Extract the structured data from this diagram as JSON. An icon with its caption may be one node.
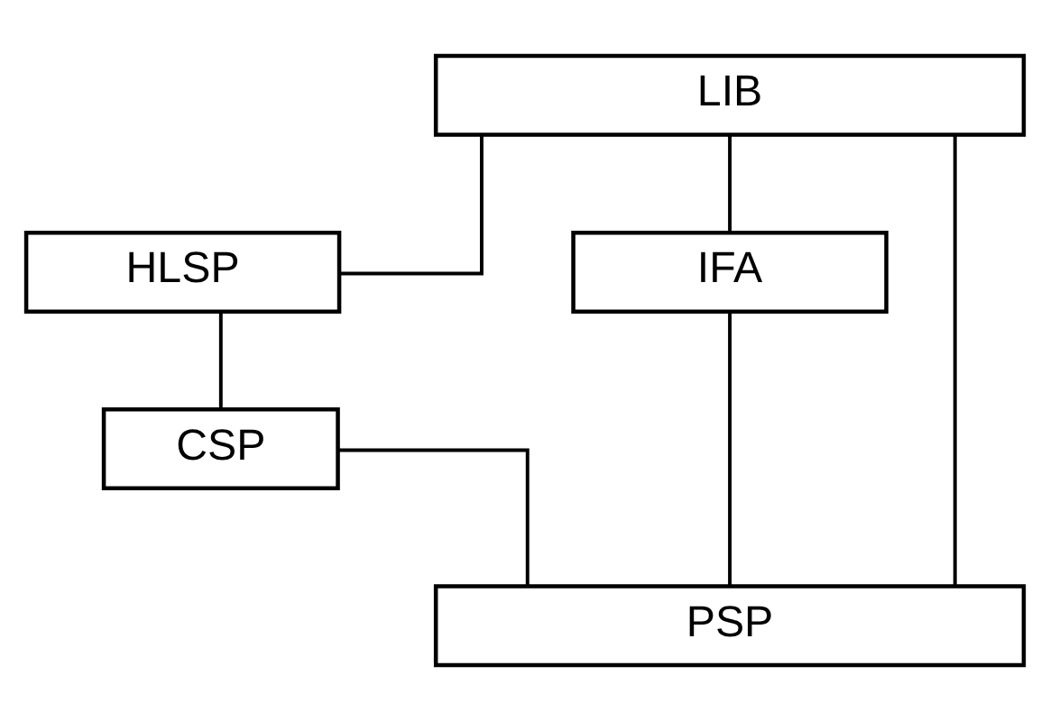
{
  "diagram": {
    "nodes": [
      {
        "text": [
          "LIB"
        ]
      },
      {
        "text": [
          "HLSP"
        ]
      },
      {
        "text": [
          "IFA"
        ]
      },
      {
        "text": [
          "CSP"
        ]
      },
      {
        "text": [
          "PSP"
        ]
      }
    ],
    "edges": [
      {
        "from": 0,
        "to": 1,
        "arrow": "none"
      },
      {
        "from": 0,
        "to": 4,
        "arrow": "none"
      },
      {
        "from": 0,
        "to": 2,
        "arrow": "none"
      },
      {
        "from": 1,
        "to": 3,
        "arrow": "none"
      },
      {
        "from": 3,
        "to": 4,
        "arrow": "none"
      },
      {
        "from": 2,
        "to": 4,
        "arrow": "none"
      }
    ]
  }
}
